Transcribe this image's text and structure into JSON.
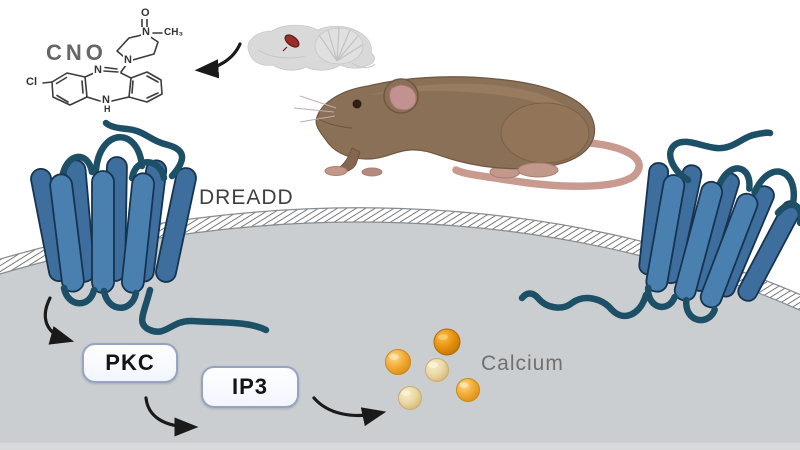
{
  "labels": {
    "cno": "CNO",
    "dreadd": "DREADD",
    "calcium": "Calcium"
  },
  "nodes": {
    "pkc": "PKC",
    "ip3": "IP3"
  },
  "chemical": {
    "oxide_o": "O",
    "top_n": "N",
    "methyl": "CH₃",
    "piperazine_n": "N",
    "imine_n": "N",
    "chloro": "Cl",
    "amine_n": "N",
    "amine_h": "H"
  },
  "pathway": {
    "arrows": [
      {
        "from": "brain",
        "to": "cno-structure"
      },
      {
        "from": "dreadd-receptor",
        "to": "pkc"
      },
      {
        "from": "pkc",
        "to": "ip3"
      },
      {
        "from": "ip3",
        "to": "calcium-ions"
      }
    ],
    "calcium_ion_count": 5
  },
  "colors": {
    "cell_interior": "#cbced0",
    "membrane_hatch": "#4e4e4e",
    "receptor_front": "#4a80b0",
    "receptor_back": "#3d6e9e",
    "receptor_outline": "#16344f",
    "loop_teal": "#1d4f66",
    "node_fill": "#f7f9ff",
    "node_border": "#96a3c2",
    "calcium_dark": "#e8920d",
    "calcium_medium": "#f2ab33",
    "calcium_pale": "#ead9a4",
    "mouse_body": "#8b7058",
    "mouse_pink": "#c99a90",
    "brain_gray": "#d9d9d9",
    "injection_red": "#9b2c2c",
    "arrow": "#1a1a1a"
  }
}
